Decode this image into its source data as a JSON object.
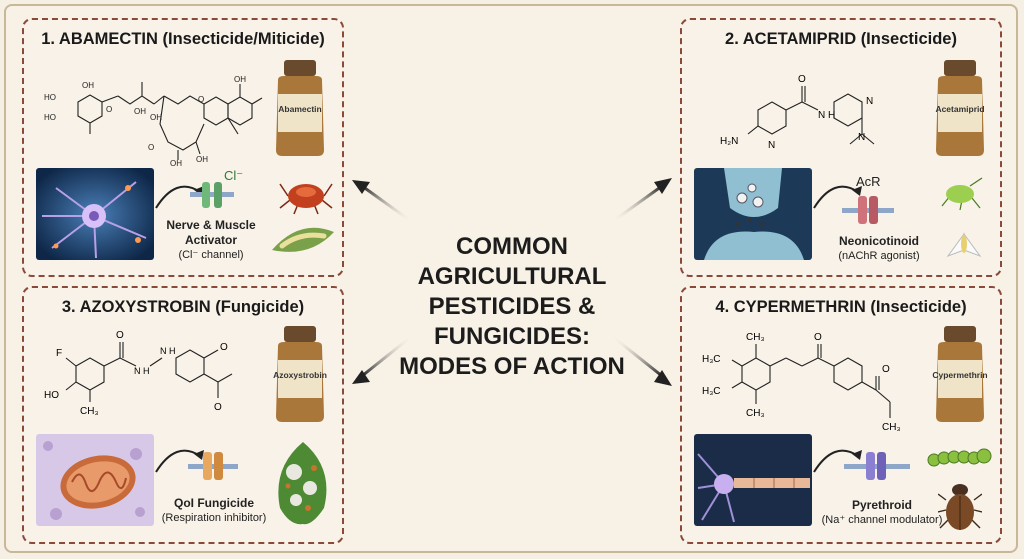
{
  "center": {
    "line1": "COMMON AGRICULTURAL",
    "line2": "PESTICIDES & FUNGICIDES:",
    "line3": "MODES OF ACTION"
  },
  "panels": [
    {
      "title": "1. ABAMECTIN (Insecticide/Miticide)",
      "bottle_label": "Abamectin",
      "caption_bold_1": "Nerve & Muscle",
      "caption_bold_2": "Activator",
      "caption_sub": "(Cl⁻ channel)",
      "channel_label": "Cl⁻",
      "colors": {
        "channel": "#6fb87a"
      }
    },
    {
      "title": "2. ACETAMIPRID (Insecticide)",
      "bottle_label": "Acetamiprid",
      "caption_bold_1": "Neonicotinoid",
      "caption_sub": "(nAChR agonist)",
      "channel_label": "AcR",
      "mol_labels": {
        "amine": "H₂N",
        "nh": "N H",
        "n1": "N",
        "n2": "N",
        "n3": "N",
        "o": "O"
      },
      "colors": {
        "channel": "#d0727a"
      }
    },
    {
      "title": "3. AZOXYSTROBIN (Fungicide)",
      "bottle_label": "Azoxystrobin",
      "caption_bold_1": "QoI Fungicide",
      "caption_sub": "(Respiration inhibitor)",
      "mol_labels": {
        "f": "F",
        "ho": "HO",
        "ch3": "CH₃",
        "nh1": "N H",
        "nh2": "N H",
        "o1": "O",
        "o2": "O",
        "o3": "O"
      },
      "colors": {
        "channel": "#e8a860"
      }
    },
    {
      "title": "4. CYPERMETHRIN (Insecticide)",
      "bottle_label": "Cypermethrin",
      "caption_bold_1": "Pyrethroid",
      "caption_sub": "(Na⁺ channel modulator)",
      "mol_labels": {
        "ch3a": "CH₃",
        "h3c1": "H₃C",
        "h3c2": "H₃C",
        "ch3b": "CH₃",
        "ch3c": "CH₃",
        "o1": "O",
        "o2": "O"
      },
      "colors": {
        "channel": "#8a7fd0"
      }
    }
  ],
  "p1_mol_labels": {
    "oh1": "HO",
    "oh2": "HO",
    "oh3": "OH",
    "oh4": "OH",
    "oh5": "OH",
    "o1": "O",
    "o2": "O",
    "oh6": "OH",
    "o3": "O",
    "oh7": "OH",
    "oh8": "OH"
  }
}
